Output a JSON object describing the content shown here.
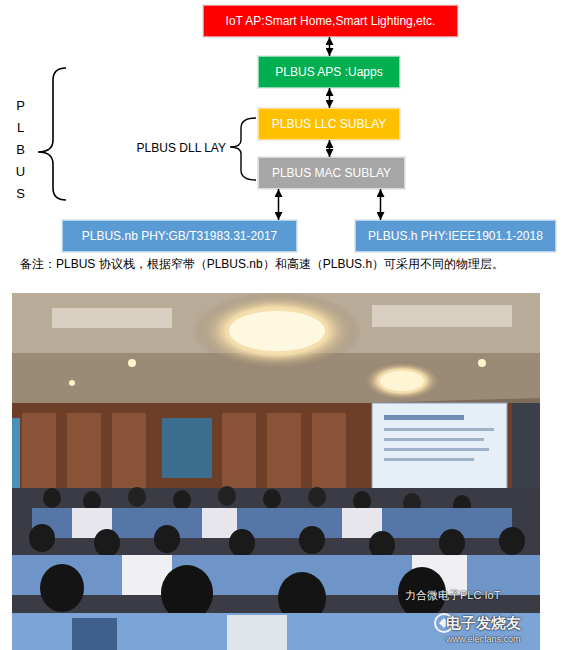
{
  "diagram": {
    "nodes": [
      {
        "text": [
          "IoT AP:Smart Home,Smart Lighting,etc."
        ]
      },
      {
        "text": [
          "PLBUS APS :Uapps"
        ]
      },
      {
        "text": [
          "PLBUS LLC SUBLAY"
        ]
      },
      {
        "text": [
          "PLBUS  MAC  SUBLAY"
        ]
      },
      {
        "text": [
          "PLBUS.nb PHY:GB/T31983.31-2017"
        ]
      },
      {
        "text": [
          "PLBUS.h PHY:IEEE1901.1-2018"
        ]
      }
    ],
    "edges": [
      {
        "from": 0,
        "to": 1,
        "arrow": "both"
      },
      {
        "from": 1,
        "to": 2,
        "arrow": "both"
      },
      {
        "from": 2,
        "to": 3,
        "arrow": "both"
      },
      {
        "from": 3,
        "to": 4,
        "arrow": "both"
      },
      {
        "from": 3,
        "to": 5,
        "arrow": "both"
      }
    ],
    "labels": [
      "PLBUS",
      "PLBUS DLL LAY",
      "备注：PLBUS 协议栈，根据窄带（PLBUS.nb）和高速（PLBUS.h）可采用不同的物理层。",
      "力合微电子PLC IoT",
      "电子发烧友",
      "www.elecfans.com"
    ]
  }
}
